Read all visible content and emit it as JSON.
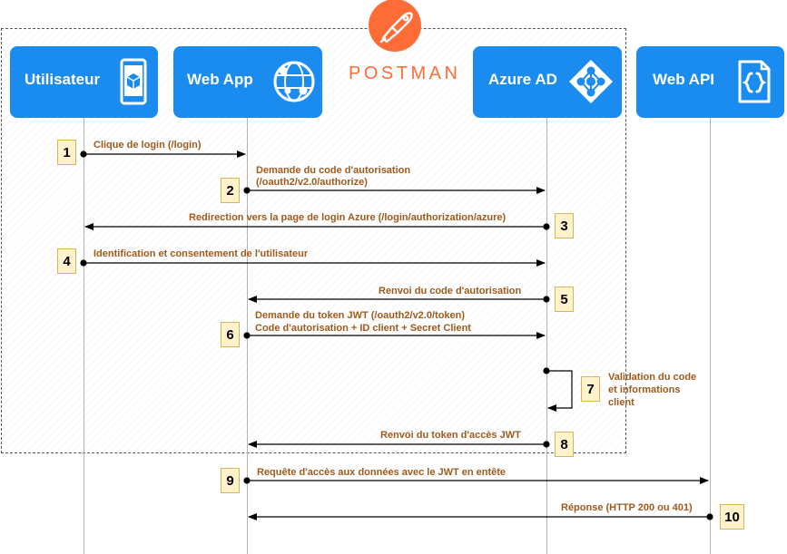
{
  "logo": {
    "name": "POSTMAN",
    "icon": "postman-rocket-icon",
    "color": "#ff6c37"
  },
  "actors": [
    {
      "label": "Utilisateur",
      "icon": "mobile-box-icon"
    },
    {
      "label": "Web App",
      "icon": "web-app-globe-icon"
    },
    {
      "label": "Azure AD",
      "icon": "azure-ad-diamond-icon"
    },
    {
      "label": "Web API",
      "icon": "braces-document-icon"
    }
  ],
  "steps": [
    {
      "number": "1",
      "label": "Clique de login (/login)",
      "from": "Utilisateur",
      "to": "Web App"
    },
    {
      "number": "2",
      "label": "Demande du code d'autorisation",
      "label2": "(/oauth2/v2.0/authorize)",
      "from": "Web App",
      "to": "Azure AD"
    },
    {
      "number": "3",
      "label": "Redirection vers la page de login Azure (/login/authorization/azure)",
      "from": "Azure AD",
      "to": "Utilisateur"
    },
    {
      "number": "4",
      "label": "Identification et consentement de l'utilisateur",
      "from": "Utilisateur",
      "to": "Azure AD"
    },
    {
      "number": "5",
      "label": "Renvoi du code d'autorisation",
      "from": "Azure AD",
      "to": "Web App"
    },
    {
      "number": "6",
      "label": "Demande du token JWT (/oauth2/v2.0/token)",
      "label2": "Code d'autorisation + ID client + Secret Client",
      "from": "Web App",
      "to": "Azure AD"
    },
    {
      "number": "7",
      "label": "Validation du code",
      "label2": "et informations",
      "label3": "client",
      "from": "Azure AD",
      "to": "Azure AD"
    },
    {
      "number": "8",
      "label": "Renvoi du token d'accès JWT",
      "from": "Azure AD",
      "to": "Web App"
    },
    {
      "number": "9",
      "label": "Requête d'accès aux données avec le JWT en entête",
      "from": "Web App",
      "to": "Web API"
    },
    {
      "number": "10",
      "label": "Réponse (HTTP 200 ou 401)",
      "from": "Web API",
      "to": "Web App"
    }
  ],
  "colors": {
    "actor_fill": "#1b8cef",
    "message_text": "#a05a1c",
    "step_fill": "#fff2cc",
    "step_border": "#d6b656",
    "lifeline": "#b3b3b3"
  }
}
